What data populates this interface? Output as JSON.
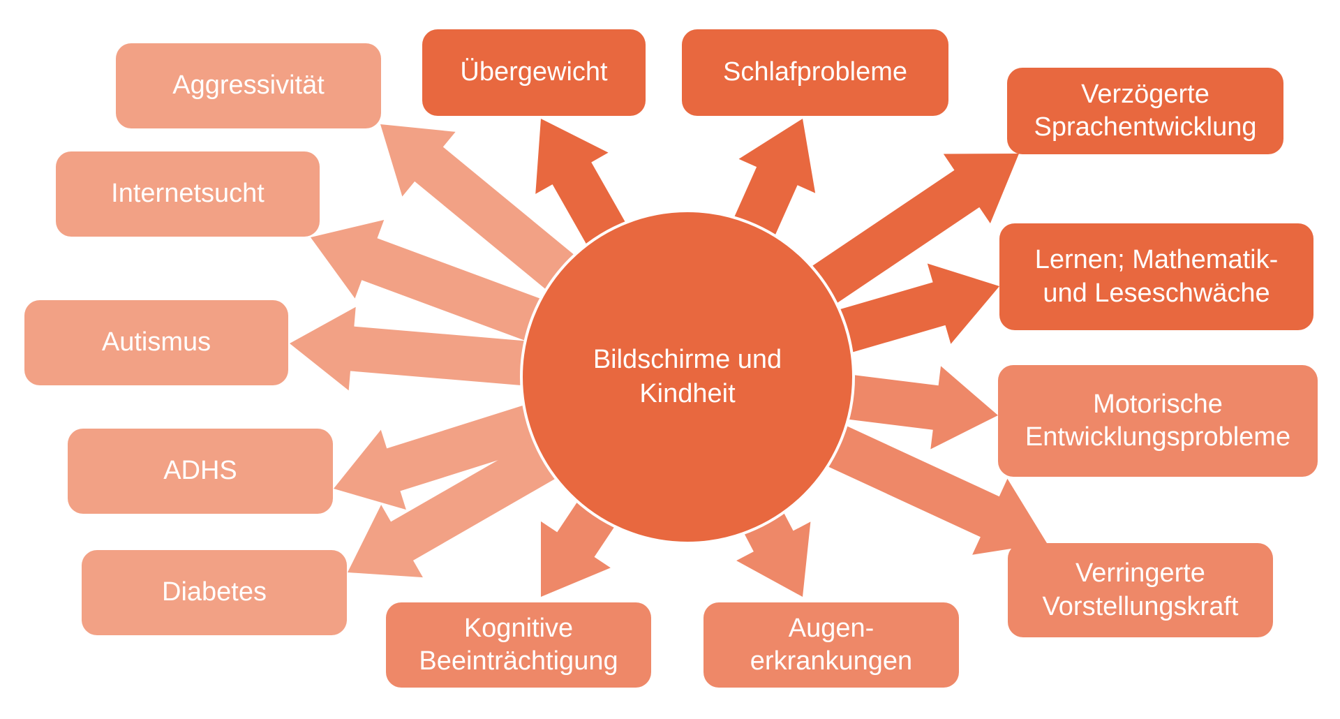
{
  "colors": {
    "dark": "#E8683F",
    "medium": "#EE8868",
    "light": "#F2A185",
    "text": "#FFFFFF"
  },
  "center": {
    "label_line1": "Bildschirme und",
    "label_line2": "Kindheit",
    "tone": "dark"
  },
  "outcomes": [
    {
      "id": "aggressivitaet",
      "lines": [
        "Aggressivität"
      ],
      "tone": "light"
    },
    {
      "id": "internetsucht",
      "lines": [
        "Internetsucht"
      ],
      "tone": "light"
    },
    {
      "id": "autismus",
      "lines": [
        "Autismus"
      ],
      "tone": "light"
    },
    {
      "id": "adhs",
      "lines": [
        "ADHS"
      ],
      "tone": "light"
    },
    {
      "id": "diabetes",
      "lines": [
        "Diabetes"
      ],
      "tone": "light"
    },
    {
      "id": "kognitive-beeintraechtigung",
      "lines": [
        "Kognitive",
        "Beeinträchtigung"
      ],
      "tone": "medium"
    },
    {
      "id": "augenerkrankungen",
      "lines": [
        "Augen-",
        "erkrankungen"
      ],
      "tone": "medium"
    },
    {
      "id": "verringerte-vorstellungskraft",
      "lines": [
        "Verringerte",
        "Vorstellungskraft"
      ],
      "tone": "medium"
    },
    {
      "id": "motorische-entwicklungsprobleme",
      "lines": [
        "Motorische",
        "Entwicklungsprobleme"
      ],
      "tone": "medium"
    },
    {
      "id": "lernen-mathematik-leseschwaeche",
      "lines": [
        "Lernen; Mathematik-",
        "und Leseschwäche"
      ],
      "tone": "dark"
    },
    {
      "id": "verzoegerte-sprachentwicklung",
      "lines": [
        "Verzögerte",
        "Sprachentwicklung"
      ],
      "tone": "dark"
    },
    {
      "id": "schlafprobleme",
      "lines": [
        "Schlafprobleme"
      ],
      "tone": "dark"
    },
    {
      "id": "uebergewicht",
      "lines": [
        "Übergewicht"
      ],
      "tone": "dark"
    }
  ]
}
